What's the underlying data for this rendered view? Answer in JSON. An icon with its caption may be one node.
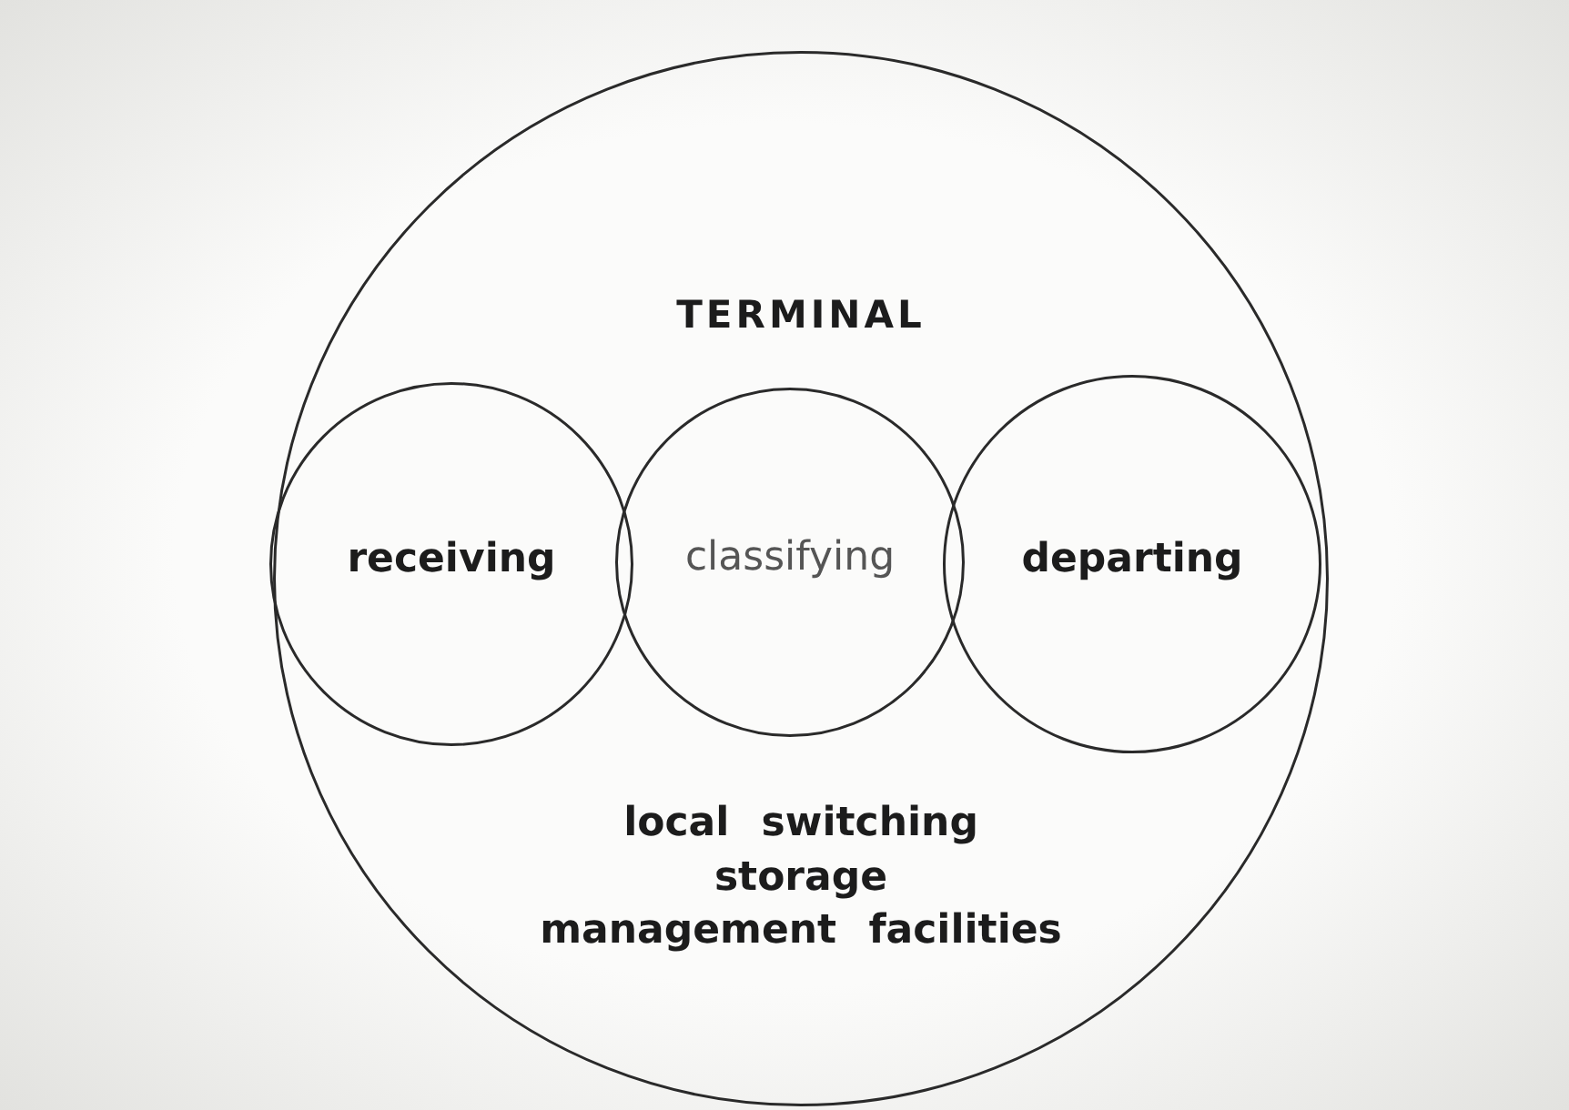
{
  "diagram": {
    "nodes": [
      {
        "text": [
          "TERMINAL",
          "local switching",
          "storage",
          "management facilities"
        ]
      },
      {
        "text": [
          "receiving"
        ],
        "in": 0
      },
      {
        "text": [
          "classifying"
        ],
        "in": 0
      },
      {
        "text": [
          "departing"
        ],
        "in": 0
      }
    ]
  }
}
